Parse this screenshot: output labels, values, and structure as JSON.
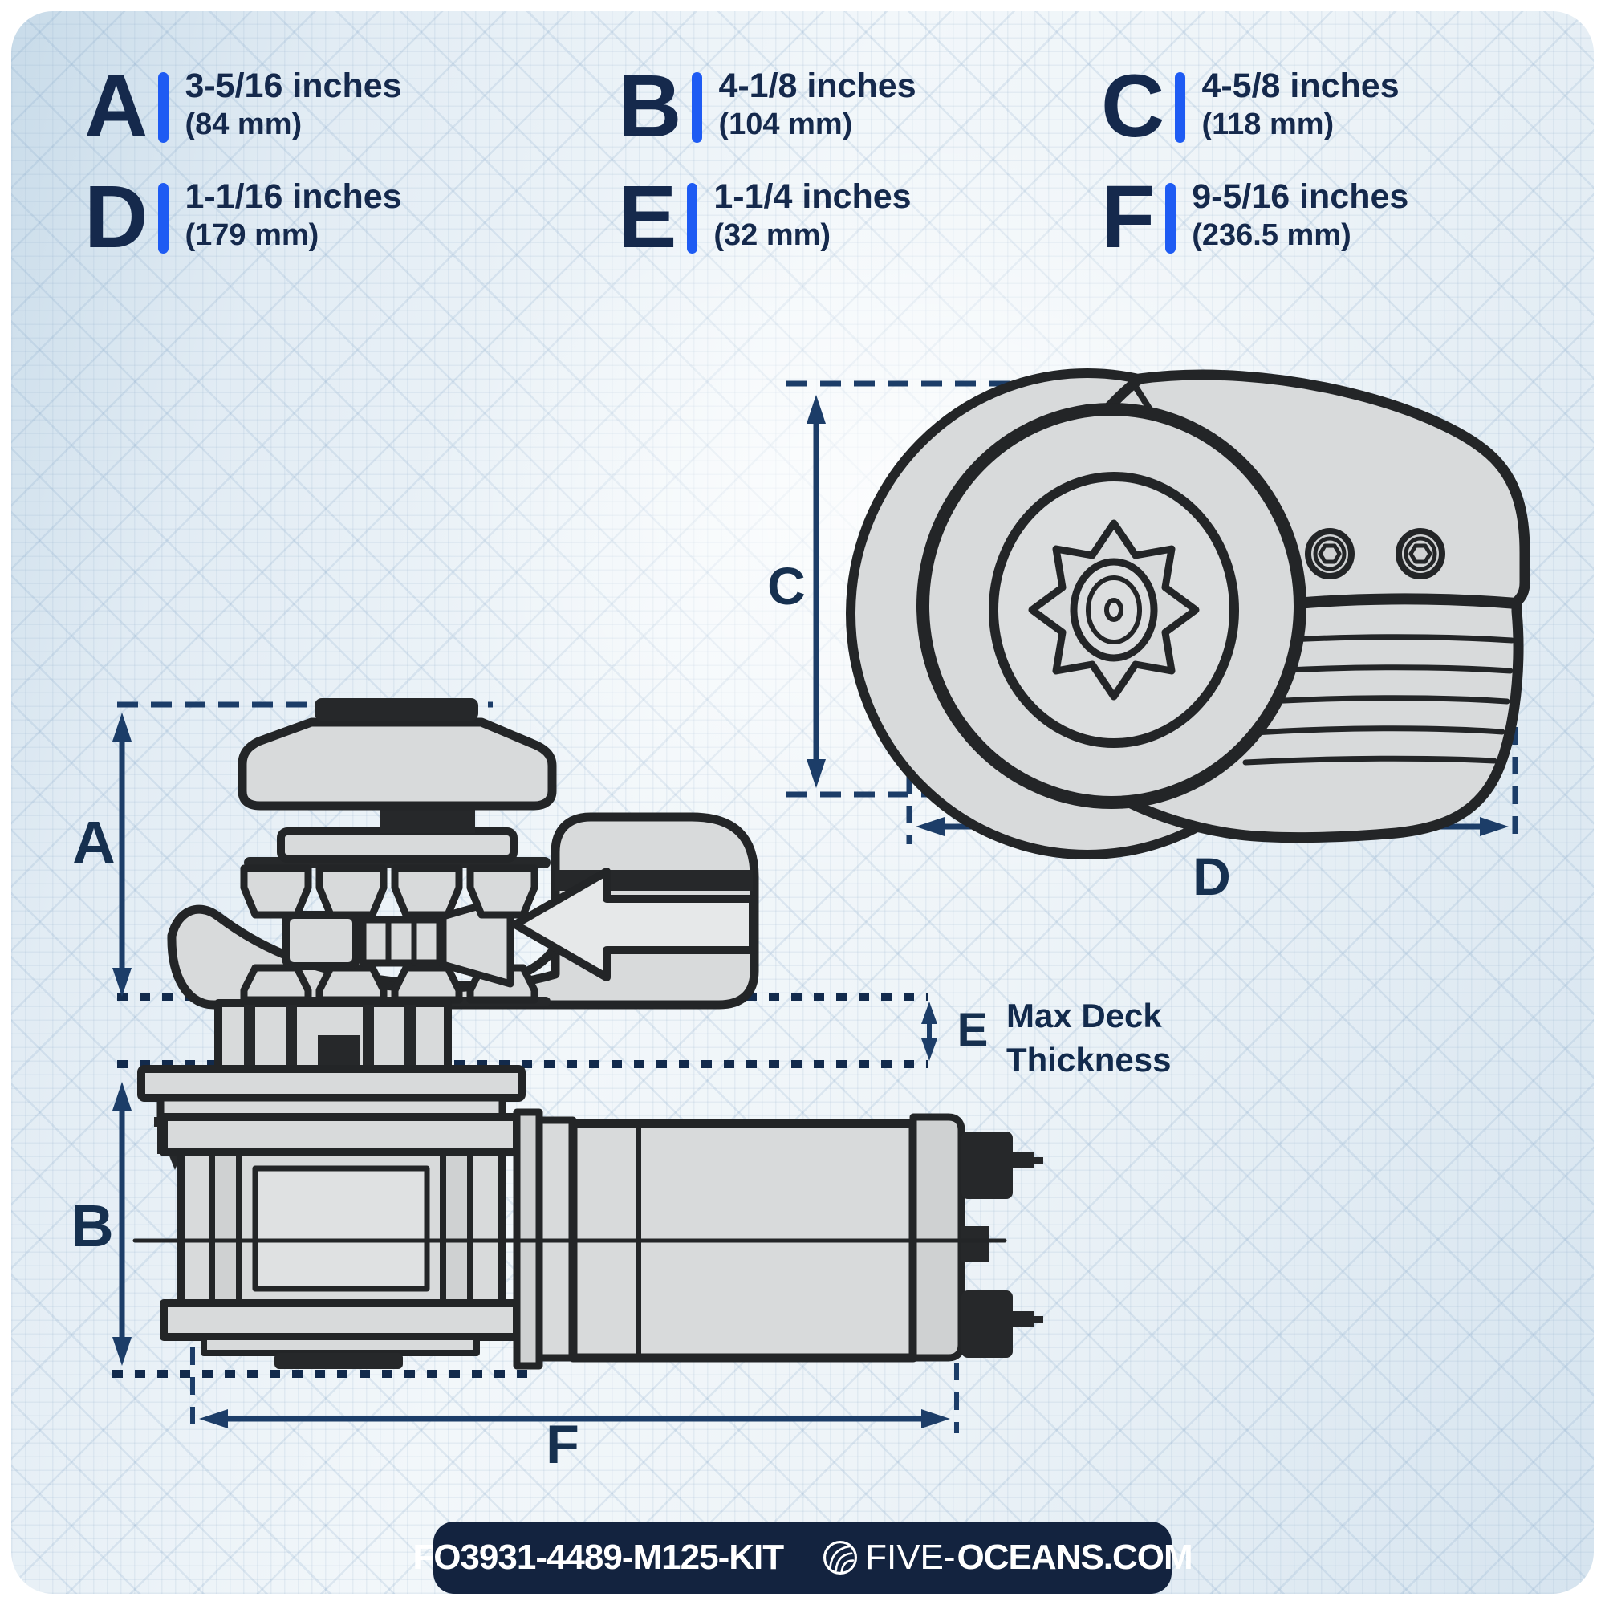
{
  "legend": {
    "items": [
      {
        "letter": "A",
        "size": "3-5/16 inches",
        "mm": "(84 mm)"
      },
      {
        "letter": "B",
        "size": "4-1/8 inches",
        "mm": "(104 mm)"
      },
      {
        "letter": "C",
        "size": "4-5/8 inches",
        "mm": "(118 mm)"
      },
      {
        "letter": "D",
        "size": "1-1/16 inches",
        "mm": "(179 mm)"
      },
      {
        "letter": "E",
        "size": "1-1/4 inches",
        "mm": "(32 mm)"
      },
      {
        "letter": "F",
        "size": "9-5/16 inches",
        "mm": "(236.5 mm)"
      }
    ]
  },
  "diagram": {
    "labels": {
      "a": "A",
      "b": "B",
      "c": "C",
      "d": "D",
      "e": "E",
      "f": "F"
    },
    "max_deck_line1": "Max Deck",
    "max_deck_line2": "Thickness"
  },
  "footer": {
    "product_code": "FO3931-4489-M125-KIT",
    "brand_light": "FIVE-",
    "brand_bold": "OCEANS.COM",
    "logo": "shell-icon"
  },
  "colors": {
    "accent_blue": "#1e5bf3",
    "navy_text": "#15294c",
    "dimension_line": "#1c3d68",
    "footer_bg": "#13233f"
  }
}
